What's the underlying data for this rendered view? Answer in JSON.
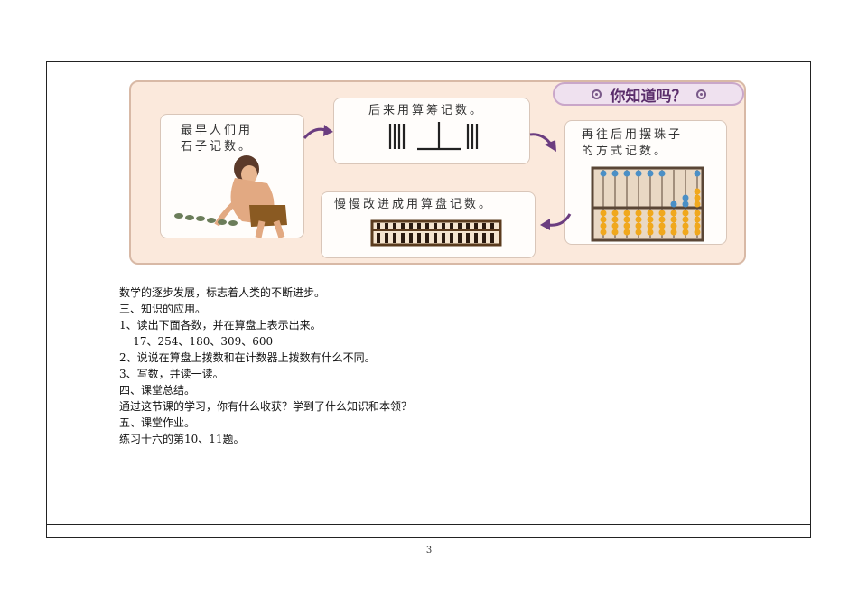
{
  "illustration": {
    "banner_title": "你知道吗？",
    "panel_stones_text": [
      "最早人们用",
      "石子记数。"
    ],
    "panel_rods_text": "后来用算筹记数。",
    "panel_beads_text": [
      "再往后用摆珠子",
      "的方式记数。"
    ],
    "panel_abacus_text": "慢慢改进成用算盘记数。",
    "colors": {
      "panel_bg": "#fbe9dc",
      "banner_bg": "#efe1ef",
      "arrow": "#6b3d80",
      "bead_blue": "#4a8fc6",
      "bead_gold": "#f0a81d"
    }
  },
  "content": {
    "lines": [
      "数学的逐步发展，标志着人类的不断进步。",
      "三、知识的应用。",
      "1、读出下面各数，并在算盘上表示出来。",
      "    17、254、180、309、600",
      "2、说说在算盘上拨数和在计数器上拨数有什么不同。",
      "3、写数，并读一读。",
      "四、课堂总结。",
      "通过这节课的学习，你有什么收获？学到了什么知识和本领？",
      "五、课堂作业。",
      "练习十六的第10、11题。"
    ]
  },
  "footer": {
    "page_number": "3"
  }
}
